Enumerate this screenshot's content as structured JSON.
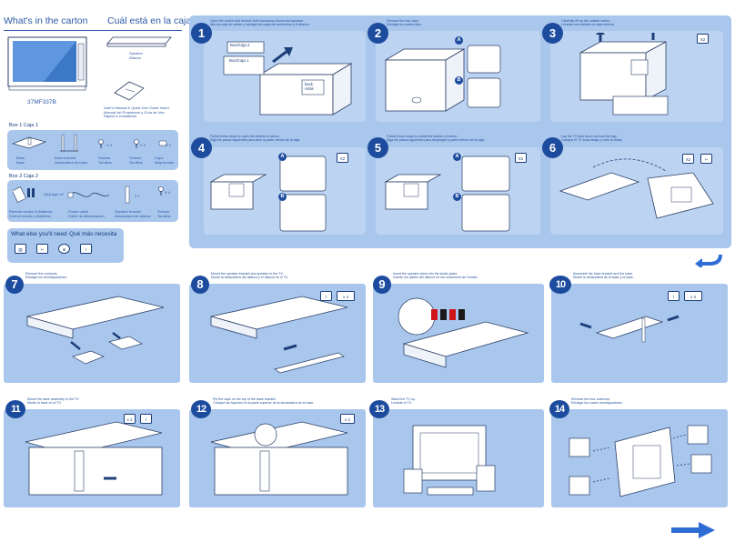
{
  "carton": {
    "title_en": "What's in the carton",
    "title_es": "Cuál está en la caja",
    "model": "37MF337B",
    "speaker_label": "Speaker\nAltavoz",
    "manual_label": "User's Manual & Quick Use Guide Insert\nManual del Propietario y Guía de Uso\nRápido e Instalación",
    "box1": "Box 1   Caja  1",
    "box1_items": [
      "Base\nBase",
      "Base bracket\nAbrazadera de base",
      "Screws\nTornillos",
      "Screws\nTornillos",
      "Caps\nMayúsculas"
    ],
    "box1_counts": [
      "X 4",
      "X 2",
      "X 2"
    ],
    "box2": "Box 2   Caja  2",
    "box2_items": [
      "Remote control & Batteries\nControl remoto y Baterías",
      "Power cable\nCable de alimentación",
      "Speaker bracket\nAbrazadera de altavoz",
      "Screws\nTornillos"
    ],
    "box2_counts": [
      "X 1",
      "X 4"
    ],
    "batteries_label": "AAA type x2",
    "need_en": "What else you'll need",
    "need_es": "Qué más necesita"
  },
  "steps": [
    {
      "num": "1",
      "text": "Open the carton and remove both accessory boxes and speaker.\nAbra la caja de cartón y extraiga las cajas de accesorios y el altavoz."
    },
    {
      "num": "2",
      "text": "Remove the four clips.\nExtraiga los cuatro clips."
    },
    {
      "num": "3",
      "text": "Carefully lift up the outside carton.\nLevante con cuidado la caja externa."
    },
    {
      "num": "4",
      "text": "Follow these steps to open the bottom of carton.\nSiga los pasos siguientes para abrir la parte inferior de la caja."
    },
    {
      "num": "5",
      "text": "Follow these steps to unfold the bottom of carton.\nSiga los pasos siguientes para desplegar la parte inferior de la caja."
    },
    {
      "num": "6",
      "text": "Lay the TV face down and cut the bag.\nColoque el TV boca abajo y corte la bolsa."
    },
    {
      "num": "7",
      "text": "Remove the cushions.\nExtraiga los amortiguadores."
    },
    {
      "num": "8",
      "text": "Mount the speaker bracket and speaker to the TV.\nMonte la abrazadera del altavoz y el altavoz en el TV."
    },
    {
      "num": "9",
      "text": "Insert the speaker wires into the Audio jacks.\nInserte los cables del altavoz en los conectores de Sonido."
    },
    {
      "num": "10",
      "text": "Assemble the base bracket and the base.\nMonte la abrazadera de la base y la base."
    },
    {
      "num": "11",
      "text": "Mount the base assembly to the TV.\nMonte la base en el TV."
    },
    {
      "num": "12",
      "text": "Put the caps on the top of the base bracket.\nColoque las tapones en la parte superior de la abrazadera de la base."
    },
    {
      "num": "13",
      "text": "Stand the TV up.\nLevante el TV."
    },
    {
      "num": "14",
      "text": "Remove the four cushions.\nExtraiga los cuatro amortiguadores."
    }
  ],
  "carton_text": {
    "box_caja_1": "Box/Caja 1",
    "box_caja_2": "Box/Caja 2",
    "back": "back\nAtrás"
  },
  "badges": {
    "x2": "X2",
    "x4": "x 4",
    "x2b": "x 2"
  },
  "markers": {
    "a": "A",
    "b": "B"
  },
  "colors": {
    "band": "#a9c6ec",
    "panel": "#bcd3f1",
    "accent": "#1d4c9e",
    "arrow": "#2e6dd6"
  }
}
